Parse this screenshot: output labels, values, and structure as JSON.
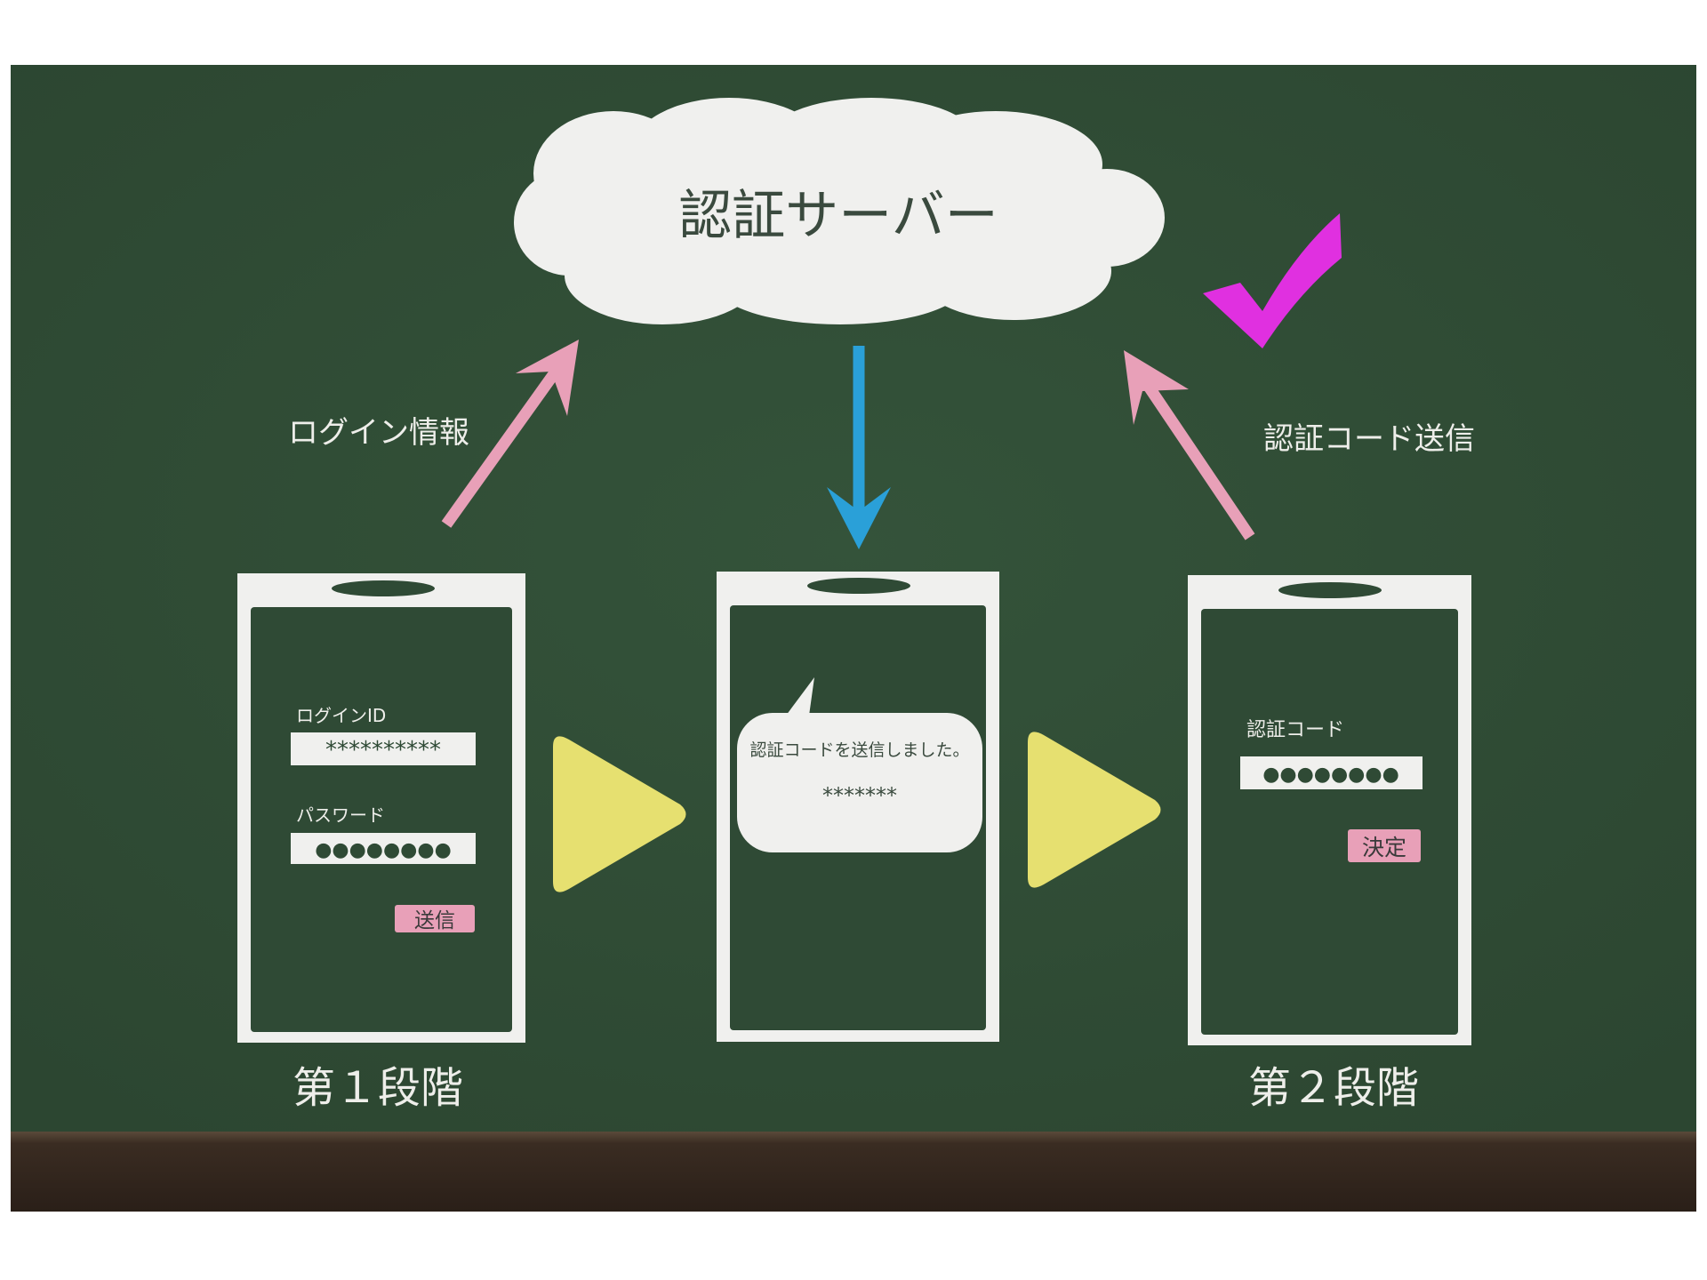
{
  "server": {
    "label": "認証サーバー"
  },
  "arrows": {
    "login_info": "ログイン情報",
    "send_code": "認証コード送信"
  },
  "phone1": {
    "login_id_label": "ログインID",
    "login_id_value": "**********",
    "password_label": "パスワード",
    "password_value": "●●●●●●●●",
    "send_button": "送信"
  },
  "phone2": {
    "message": "認証コードを送信しました。",
    "code": "*******"
  },
  "phone3": {
    "code_label": "認証コード",
    "code_value": "●●●●●●●●",
    "confirm_button": "決定"
  },
  "stages": {
    "stage1": "第１段階",
    "stage2": "第２段階"
  },
  "colors": {
    "board": "#355239",
    "pink": "#e8a0b8",
    "blue": "#2aa0d8",
    "yellow": "#e6e070",
    "magenta": "#e030e0"
  }
}
